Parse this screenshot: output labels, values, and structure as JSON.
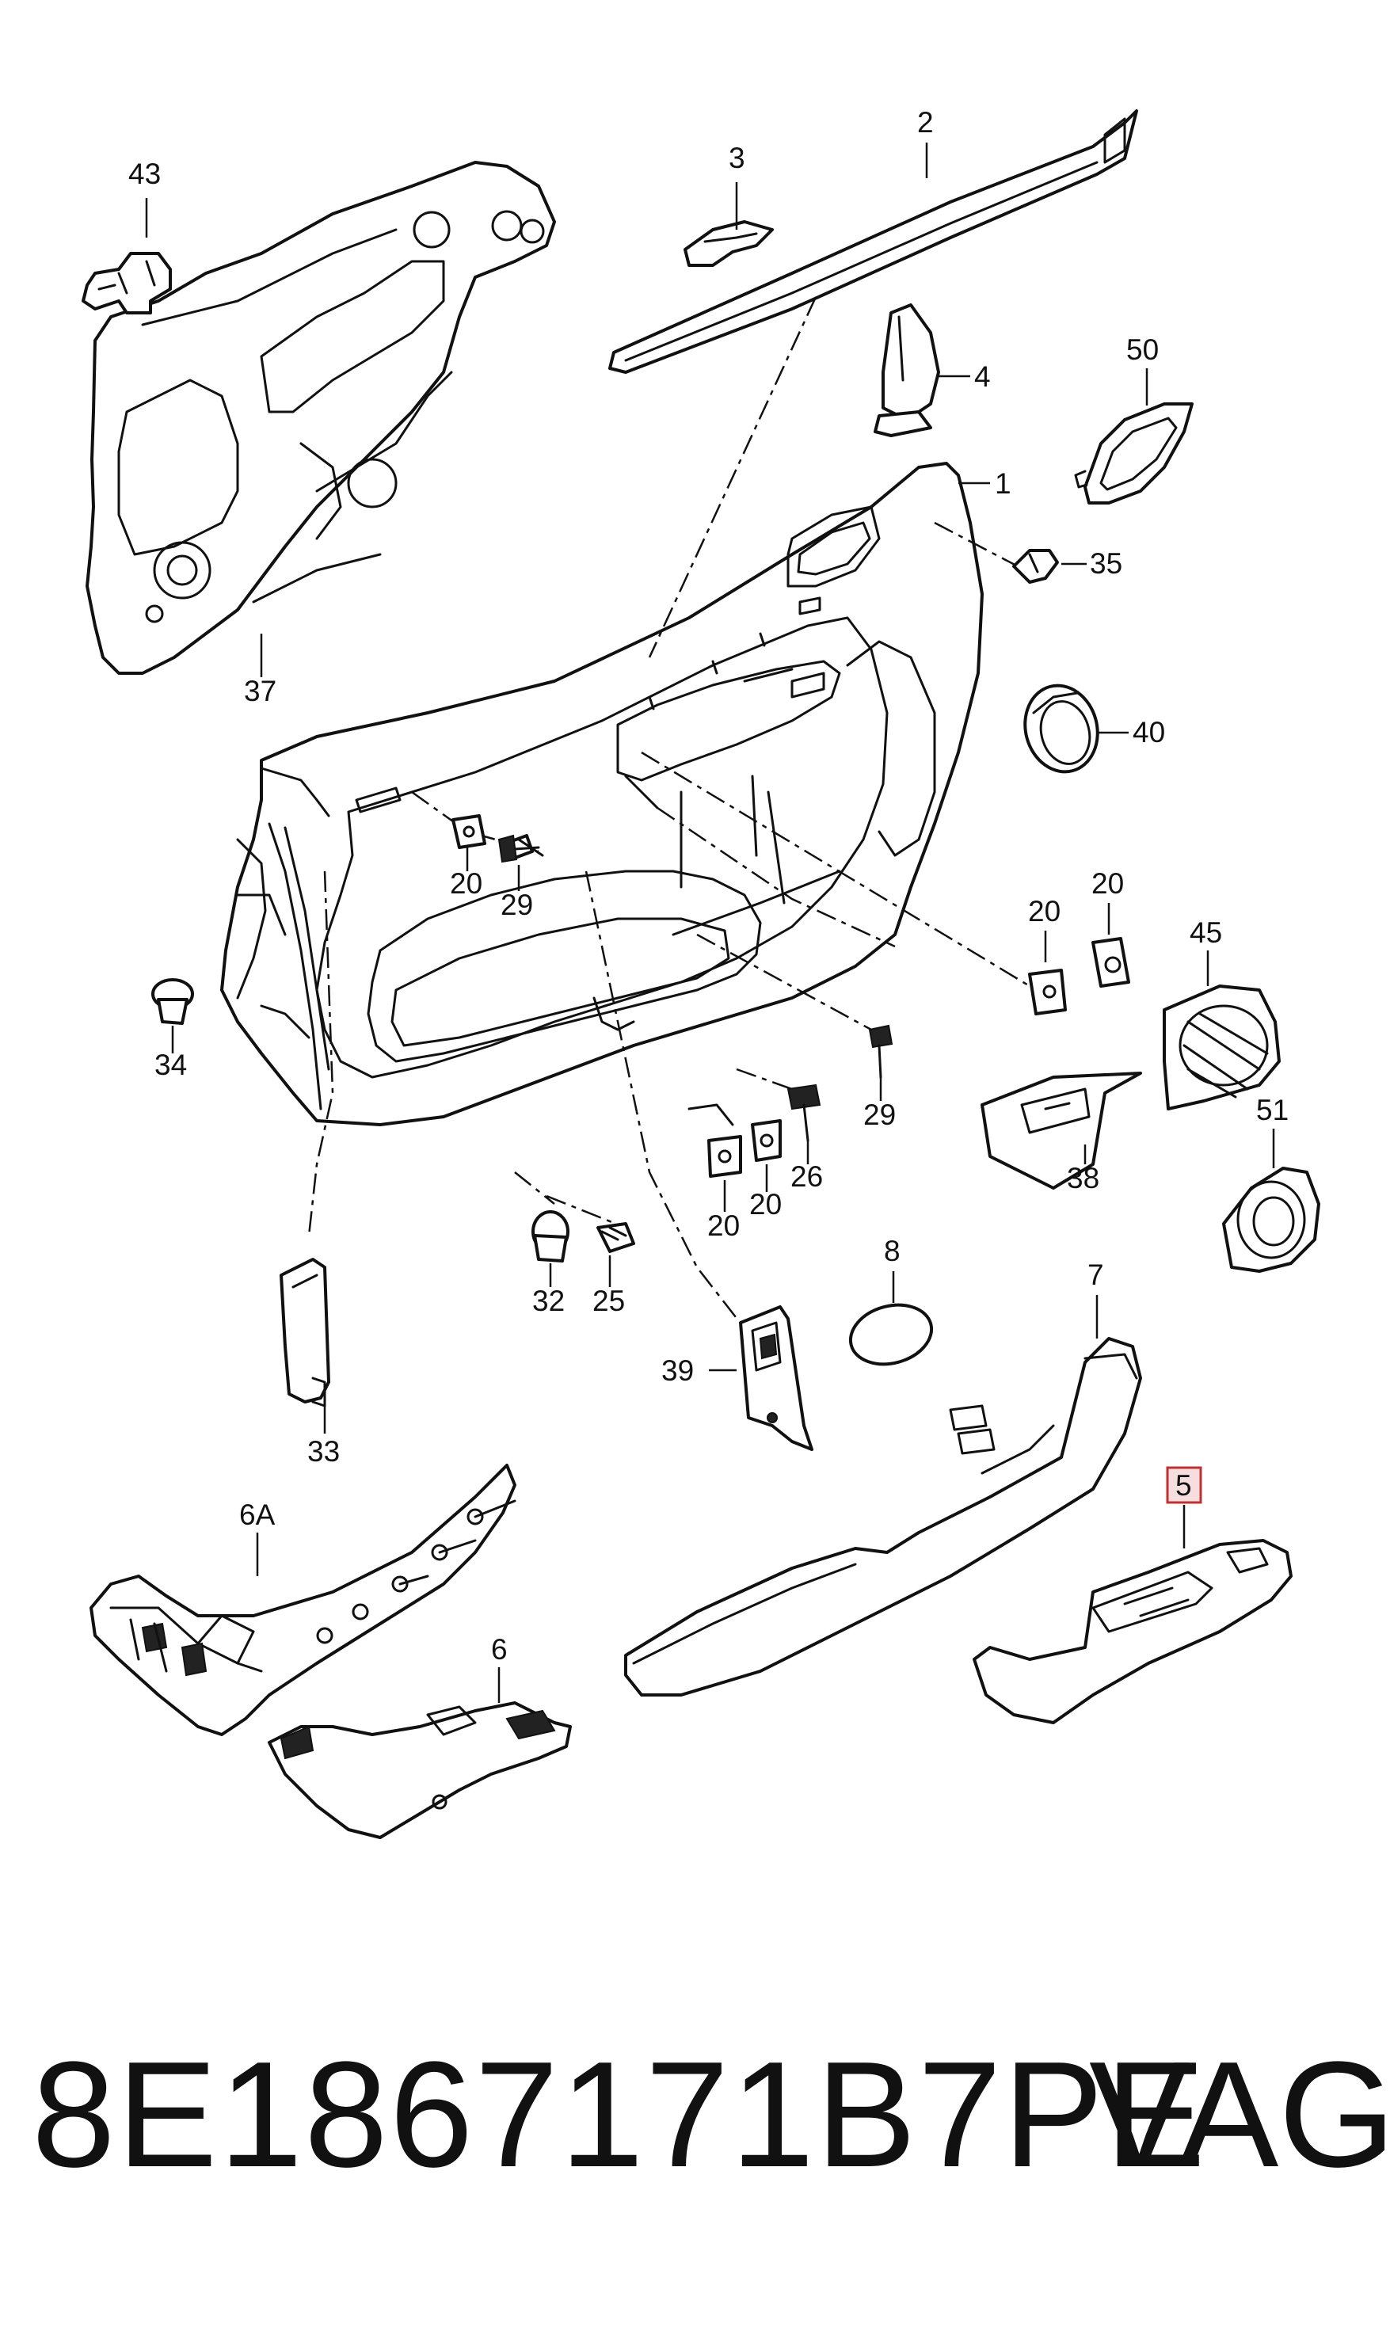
{
  "diagram": {
    "callouts": [
      {
        "id": "c43",
        "text": "43"
      },
      {
        "id": "c3",
        "text": "3"
      },
      {
        "id": "c2",
        "text": "2"
      },
      {
        "id": "c4",
        "text": "4"
      },
      {
        "id": "c50",
        "text": "50"
      },
      {
        "id": "c1",
        "text": "1"
      },
      {
        "id": "c35",
        "text": "35"
      },
      {
        "id": "c37",
        "text": "37"
      },
      {
        "id": "c40",
        "text": "40"
      },
      {
        "id": "c20a",
        "text": "20"
      },
      {
        "id": "c29a",
        "text": "29"
      },
      {
        "id": "c34",
        "text": "34"
      },
      {
        "id": "c20b",
        "text": "20"
      },
      {
        "id": "c20c",
        "text": "20"
      },
      {
        "id": "c45",
        "text": "45"
      },
      {
        "id": "c29b",
        "text": "29"
      },
      {
        "id": "c26",
        "text": "26"
      },
      {
        "id": "c20d",
        "text": "20"
      },
      {
        "id": "c20e",
        "text": "20"
      },
      {
        "id": "c38",
        "text": "38"
      },
      {
        "id": "c51",
        "text": "51"
      },
      {
        "id": "c32",
        "text": "32"
      },
      {
        "id": "c25",
        "text": "25"
      },
      {
        "id": "c8",
        "text": "8"
      },
      {
        "id": "c7",
        "text": "7"
      },
      {
        "id": "c39",
        "text": "39"
      },
      {
        "id": "c33",
        "text": "33"
      },
      {
        "id": "c5",
        "text": "5"
      },
      {
        "id": "c6A",
        "text": "6A"
      },
      {
        "id": "c6",
        "text": "6"
      }
    ]
  },
  "footer": {
    "part_number": "8E1867171B7PE",
    "brand": "VAG"
  }
}
